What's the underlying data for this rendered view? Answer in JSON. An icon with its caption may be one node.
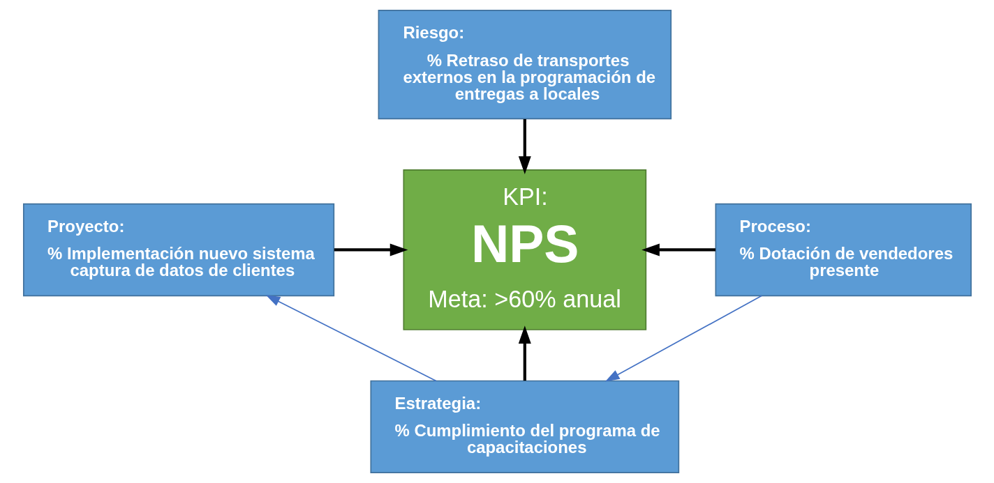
{
  "diagram": {
    "nodes": [
      {
        "text": [
          "Riesgo:",
          "% Retraso de transportes externos en la programación de entregas a locales"
        ]
      },
      {
        "text": [
          "Proyecto:",
          "% Implementación nuevo sistema captura de datos de clientes"
        ]
      },
      {
        "text": [
          "KPI:",
          "NPS",
          "Meta: >60% anual"
        ]
      },
      {
        "text": [
          "Proceso:",
          "% Dotación de vendedores presente"
        ]
      },
      {
        "text": [
          "Estrategia:",
          "% Cumplimiento del programa de capacitaciones"
        ]
      }
    ],
    "edges": [
      {
        "from": 0,
        "to": 2,
        "arrow": "to"
      },
      {
        "from": 1,
        "to": 2,
        "arrow": "to"
      },
      {
        "from": 3,
        "to": 2,
        "arrow": "to"
      },
      {
        "from": 4,
        "to": 2,
        "arrow": "to"
      },
      {
        "from": 4,
        "to": 1,
        "arrow": "to",
        "color": "#4472c4"
      },
      {
        "from": 3,
        "to": 4,
        "arrow": "to",
        "color": "#4472c4"
      }
    ]
  }
}
